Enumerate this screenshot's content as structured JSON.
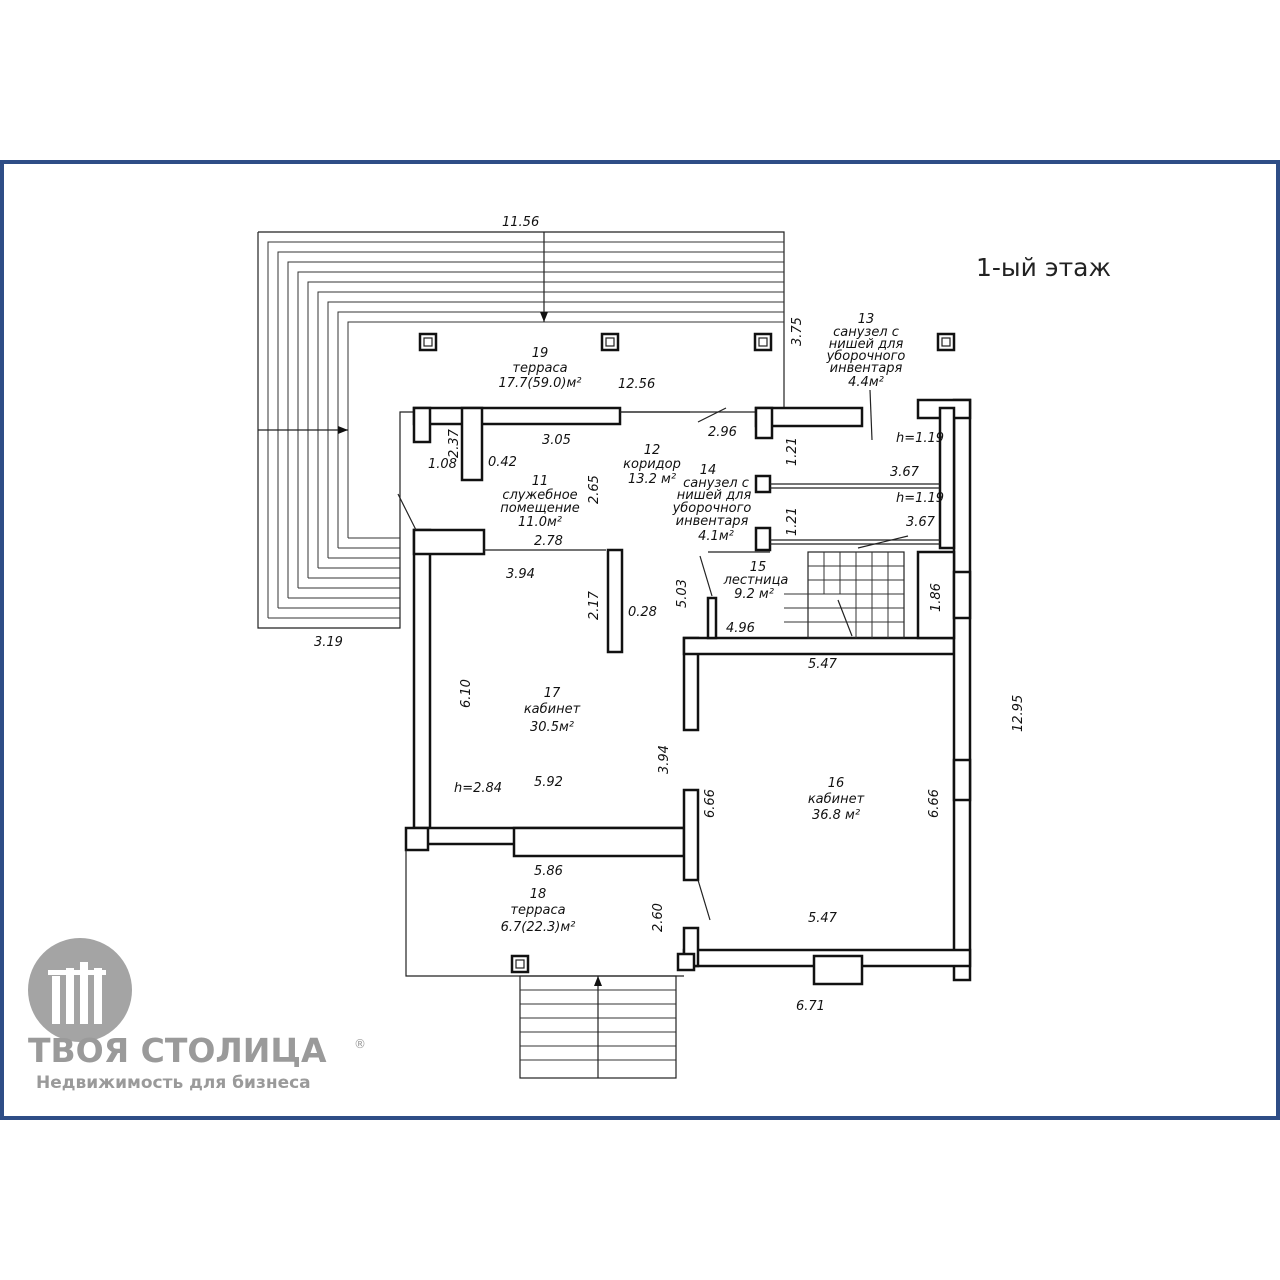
{
  "floor_title": "1-ый этаж",
  "brand": {
    "name": "ТВОЯ СТОЛИЦА",
    "registered_mark": "®",
    "tagline": "Недвижимость для бизнеса"
  },
  "rooms": {
    "r19": {
      "number": "19",
      "name": "терраса",
      "area": "17.7(59.0)м²"
    },
    "r12": {
      "number": "12",
      "name": "коридор",
      "area": "13.2 м²"
    },
    "r11": {
      "number": "11",
      "name_line1": "служебное",
      "name_line2": "помещение",
      "area": "11.0м²"
    },
    "r13": {
      "number": "13",
      "name_line1": "санузел с",
      "name_line2": "нишей для",
      "name_line3": "уборочного",
      "name_line4": "инвентаря",
      "area": "4.4м²"
    },
    "r14": {
      "number": "14",
      "name_line1": "санузел с",
      "name_line2": "нишей для",
      "name_line3": "уборочного",
      "name_line4": "инвентаря",
      "area": "4.1м²"
    },
    "r15": {
      "number": "15",
      "name": "лестница",
      "area": "9.2 м²"
    },
    "r17": {
      "number": "17",
      "name": "кабинет",
      "area": "30.5м²"
    },
    "r16": {
      "number": "16",
      "name": "кабинет",
      "area": "36.8 м²"
    },
    "r18": {
      "number": "18",
      "name": "терраса",
      "area": "6.7(22.3)м²"
    }
  },
  "dimensions": {
    "terrace_width": "11.56",
    "terrace_depth": "3.75",
    "terrace_inner": "12.56",
    "terrace_side": "3.19",
    "d_3_05": "3.05",
    "d_2_37": "2.37",
    "d_1_08": "1.08",
    "d_0_42": "0.42",
    "d_2_65": "2.65",
    "d_2_96": "2.96",
    "d_1_21_a": "1.21",
    "d_1_21_b": "1.21",
    "h_1_19_a": "h=1.19",
    "h_1_19_b": "h=1.19",
    "d_3_67_a": "3.67",
    "d_3_67_b": "3.67",
    "d_2_78": "2.78",
    "d_3_94_a": "3.94",
    "d_2_17": "2.17",
    "d_0_28": "0.28",
    "d_5_03": "5.03",
    "d_4_96": "4.96",
    "d_1_86": "1.86",
    "d_5_47_a": "5.47",
    "d_6_10": "6.10",
    "d_3_94_b": "3.94",
    "h_2_84": "h=2.84",
    "d_5_92": "5.92",
    "d_6_66_a": "6.66",
    "d_6_66_b": "6.66",
    "d_12_95": "12.95",
    "d_5_86": "5.86",
    "d_2_60": "2.60",
    "d_5_47_b": "5.47",
    "d_6_71": "6.71"
  }
}
